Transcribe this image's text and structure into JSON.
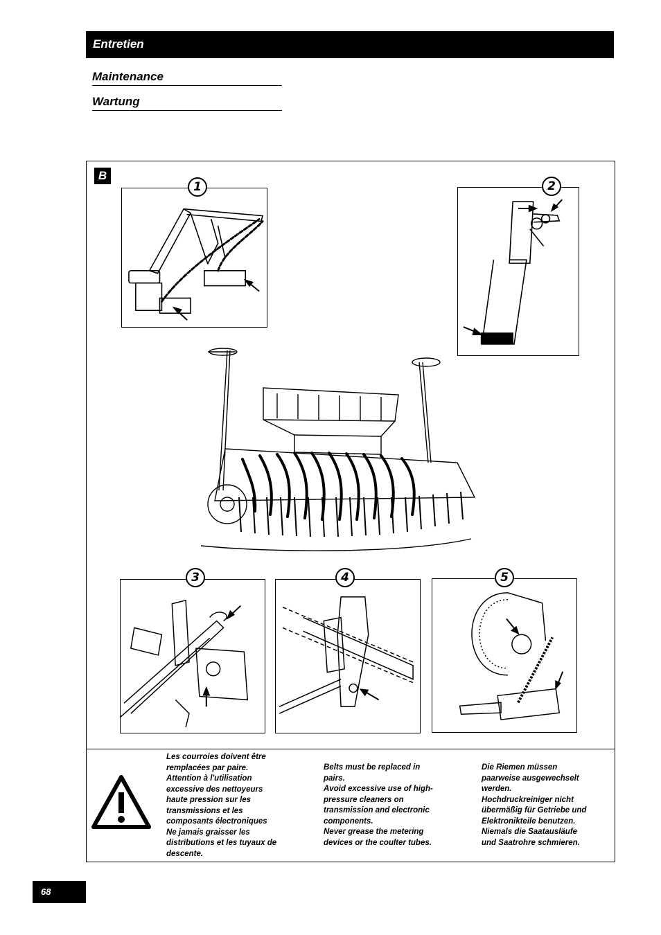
{
  "header": {
    "section_title": "Entretien",
    "subtitle_en": "Maintenance",
    "subtitle_de": "Wartung"
  },
  "figure": {
    "tag": "B",
    "panels": [
      {
        "number": "1"
      },
      {
        "number": "2"
      },
      {
        "number": "3"
      },
      {
        "number": "4"
      },
      {
        "number": "5"
      }
    ]
  },
  "notes": {
    "fr": "Les courroies doivent être\nremplacées par paire.\nAttention à l'utilisation\nexcessive des nettoyeurs\nhaute pression sur les\ntransmissions et les\ncomposants électroniques\nNe jamais graisser les\ndistributions et les tuyaux de\ndescente.",
    "en": "Belts must be replaced in\npairs.\nAvoid excessive use of high-\npressure cleaners on\ntransmission and electronic\ncomponents.\nNever grease the metering\ndevices or the coulter tubes.",
    "de": "Die Riemen müssen\npaarweise ausgewechselt\nwerden.\nHochdruckreiniger nicht\nübermäßig für Getriebe und\nElektronikteile benutzen.\nNiemals die Saatausläufe\nund Saatrohre schmieren."
  },
  "footer": {
    "page_number": "68"
  },
  "icons": [
    "warning-triangle-icon",
    "arrow-icon"
  ]
}
